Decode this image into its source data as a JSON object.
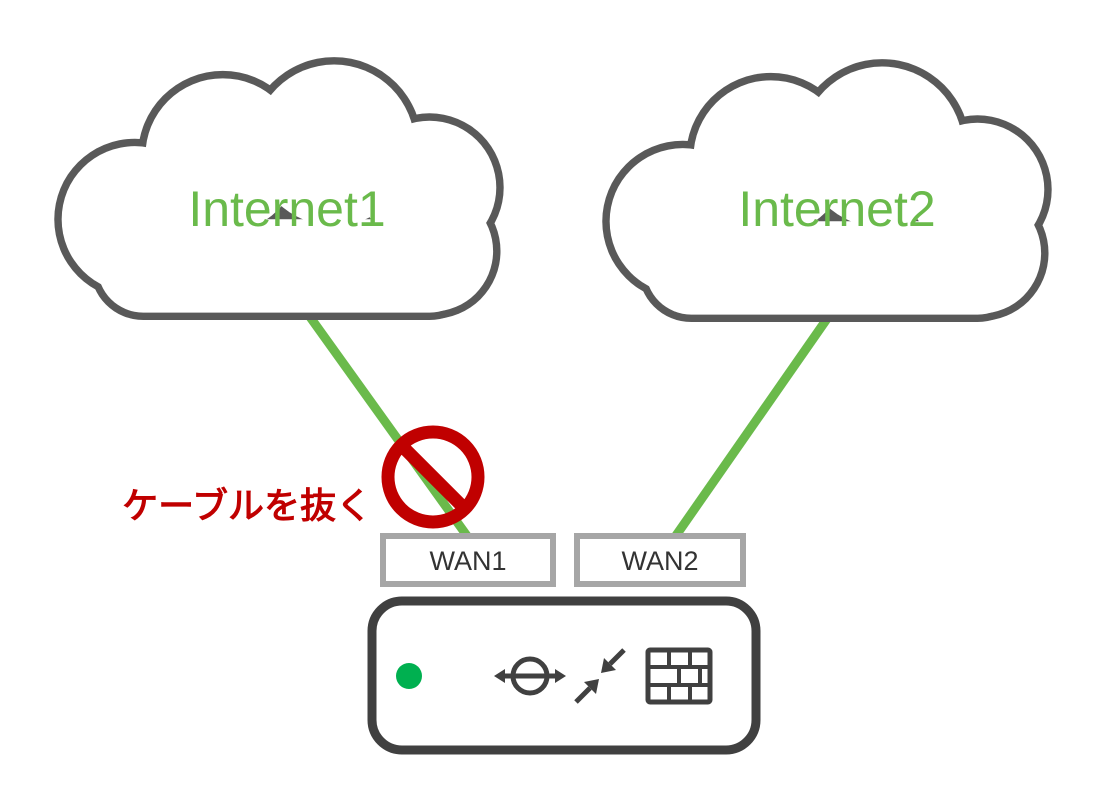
{
  "diagram": {
    "clouds": [
      {
        "label": "Internet1"
      },
      {
        "label": "Internet2"
      }
    ],
    "ports": [
      {
        "label": "WAN1"
      },
      {
        "label": "WAN2"
      }
    ],
    "annotation": {
      "label": "ケーブルを抜く"
    },
    "router": {
      "led": "green-dot",
      "icons": [
        "routing-circle-arrows",
        "converging-arrows",
        "firewall-brick-wall"
      ]
    },
    "colors": {
      "cloud_outline": "#595959",
      "label_green": "#6aba4b",
      "cable_green": "#6aba4b",
      "prohibition_red": "#c00000",
      "port_border": "#a6a6a6",
      "device_outline": "#404040",
      "led_green": "#00b050",
      "icon_dark": "#404040"
    }
  }
}
